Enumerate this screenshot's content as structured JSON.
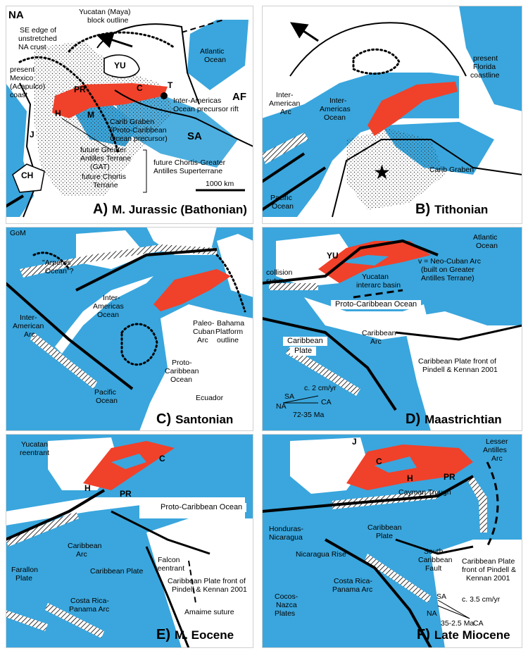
{
  "colors": {
    "ocean": "#3aa6dd",
    "terrane": "#f0412a",
    "land": "#ffffff",
    "line": "#000000"
  },
  "panels": {
    "a": {
      "letter": "A)",
      "title": "M. Jurassic  (Bathonian)",
      "labels": {
        "na": "NA",
        "maya": "Yucatan (Maya)",
        "maya2": "block outline",
        "se1": "SE edge of",
        "se2": "unstretched",
        "se3": "NA crust",
        "mex1": "present",
        "mex2": "Mexico",
        "mex3": "(Acapulco)",
        "mex4": "coast",
        "yu": "YU",
        "pr": "PR",
        "c": "C",
        "h": "H",
        "m": "M",
        "t": "T",
        "j": "J",
        "ch": "CH",
        "atl1": "Atlantic",
        "atl2": "Ocean",
        "af": "AF",
        "sa": "SA",
        "ia1": "Inter-Americas",
        "ia2": "Ocean precursor rift",
        "cg1": "Carib Graben",
        "cg2": "(Proto-Caribbean",
        "cg3": "Ocean precursor)",
        "gat1": "future Greater",
        "gat2": "Antilles Terrane",
        "gat3": "(GAT)",
        "fch1": "future Chortis",
        "fch2": "Terrane",
        "sup1": "future Chortis-Greater",
        "sup2": "Antilles Superterrane",
        "scale": "1000 km"
      }
    },
    "b": {
      "letter": "B)",
      "title": "Tithonian",
      "labels": {
        "fl1": "present",
        "fl2": "Florida",
        "fl3": "coastline",
        "iaa1": "Inter-",
        "iaa2": "American",
        "iaa3": "Arc",
        "iao1": "Inter-",
        "iao2": "Americas",
        "iao3": "Ocean",
        "cg": "Carib Graben",
        "po1": "Pacific",
        "po2": "Ocean"
      }
    },
    "c": {
      "letter": "C)",
      "title": "Santonian",
      "labels": {
        "gom": "GoM",
        "arp1": "\"Arperos",
        "arp2": "Ocean\"?",
        "iao1": "Inter-",
        "iao2": "Americas",
        "iao3": "Ocean",
        "iaa1": "Inter-",
        "iaa2": "American",
        "iaa3": "Arc",
        "pc1": "Paleo-",
        "pc2": "Cuban",
        "pc3": "Arc",
        "bp1": "Bahama",
        "bp2": "Platform",
        "bp3": "outline",
        "pco1": "Proto-",
        "pco2": "Caribbean",
        "pco3": "Ocean",
        "ec": "Ecuador",
        "po1": "Pacific",
        "po2": "Ocean"
      }
    },
    "d": {
      "letter": "D)",
      "title": "Maastrichtian",
      "labels": {
        "atl1": "Atlantic",
        "atl2": "Ocean",
        "yu": "YU",
        "cs1": "collision",
        "cs2": "suture",
        "ncu1": "v = Neo-Cuban Arc",
        "ncu2": "(built on Greater",
        "ncu3": "Antilles Terrane)",
        "yib1": "Yucatan",
        "yib2": "interarc basin",
        "pco": "Proto-Caribbean Ocean",
        "ca1": "Caribbean",
        "ca2": "Arc",
        "cp1": "Caribbean",
        "cp2": "Plate",
        "pf1": "Caribbean Plate front of",
        "pf2": "Pindell & Kennan 2001",
        "rate": "c. 2 cm/yr",
        "sa": "SA",
        "na": "NA",
        "cav": "CA",
        "age": "72-35 Ma"
      }
    },
    "e": {
      "letter": "E)",
      "title": "M. Eocene",
      "labels": {
        "yr1": "Yucatan",
        "yr2": "reentrant",
        "h": "H",
        "pr": "PR",
        "c": "C",
        "pco": "Proto-Caribbean Ocean",
        "ca1": "Caribbean",
        "ca2": "Arc",
        "cp": "Caribbean Plate",
        "fp1": "Farallon",
        "fp2": "Plate",
        "fr1": "Falcon",
        "fr2": "reentrant",
        "pf1": "Caribbean Plate front of",
        "pf2": "Pindell & Kennan 2001",
        "cr1": "Costa Rica-",
        "cr2": "Panama Arc",
        "as": "Amaime suture"
      }
    },
    "f": {
      "letter": "F)",
      "title": "Late Miocene",
      "labels": {
        "j": "J",
        "c": "C",
        "h": "H",
        "pr": "PR",
        "la1": "Lesser",
        "la2": "Antilles",
        "la3": "Arc",
        "ct": "Cayman Trough",
        "hn1": "Honduras-",
        "hn2": "Nicaragua",
        "cp1": "Caribbean",
        "cp2": "Plate",
        "nr": "Nicaragua Rise",
        "scf1": "South",
        "scf2": "Caribbean",
        "scf3": "Fault",
        "pf1": "Caribbean Plate",
        "pf2": "front of Pindell &",
        "pf3": "Kennan 2001",
        "cr1": "Costa Rica-",
        "cr2": "Panama Arc",
        "cn1": "Cocos-",
        "cn2": "Nazca",
        "cn3": "Plates",
        "sa": "SA",
        "rate": "c. 3.5 cm/yr",
        "na": "NA",
        "age": "35-2.5 Ma",
        "cav": "CA"
      }
    }
  }
}
